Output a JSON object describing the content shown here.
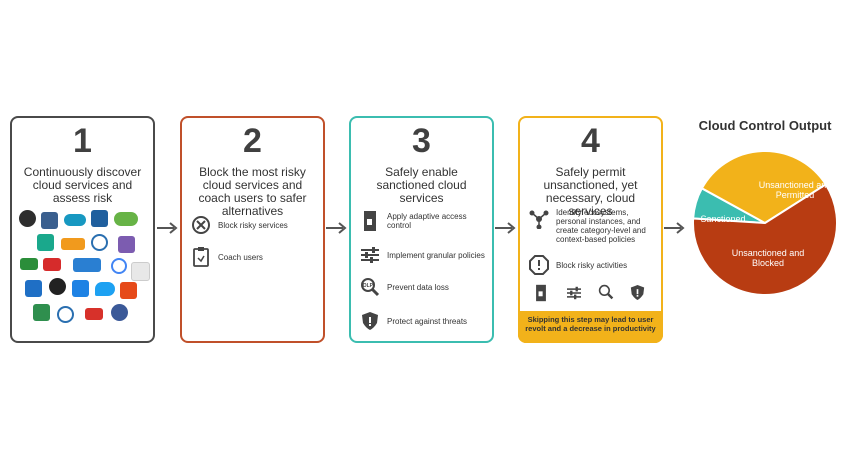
{
  "step1": {
    "number": "1",
    "title": "Continuously discover cloud services and assess risk"
  },
  "step2": {
    "number": "2",
    "title": "Block the most risky cloud services and coach users to safer alternatives",
    "items": [
      "Block risky services",
      "Coach users"
    ]
  },
  "step3": {
    "number": "3",
    "title": "Safely enable sanctioned cloud services",
    "items": [
      "Apply adaptive access control",
      "Implement granular policies",
      "Prevent data loss",
      "Protect against threats"
    ]
  },
  "step4": {
    "number": "4",
    "title": "Safely permit unsanctioned, yet necessary, cloud services",
    "items": [
      "Identify ecosystems, personal instances, and create category-level and context-based policies",
      "Block risky activities"
    ],
    "warning": "Skipping this step may lead to user revolt and a decrease in productivity"
  },
  "output": {
    "title": "Cloud Control Output",
    "segments": [
      {
        "label": "Unsanctioned and Permitted",
        "share": 0.33,
        "color": "#f2b21a"
      },
      {
        "label": "Sanctioned",
        "share": 0.07,
        "color": "#3bbdb0"
      },
      {
        "label": "Unsanctioned and Blocked",
        "share": 0.6,
        "color": "#b83c12"
      }
    ]
  },
  "icons": {
    "logos": [
      "evernote-icon",
      "ibooks-icon",
      "salesforce-icon",
      "trello-icon",
      "surveymonkey-icon",
      "green-app-icon",
      "amazon-web-services-icon",
      "chat-icon",
      "analytics-icon",
      "crashplan-icon",
      "rebel-icon",
      "cloud-icon",
      "google-cloud-icon",
      "slack-icon",
      "box-icon",
      "hootsuite-icon",
      "dropbox-icon",
      "twitter-icon",
      "office-icon",
      "google-drive-icon",
      "globe-app-icon",
      "red-app-icon",
      "facebook-icon"
    ]
  }
}
